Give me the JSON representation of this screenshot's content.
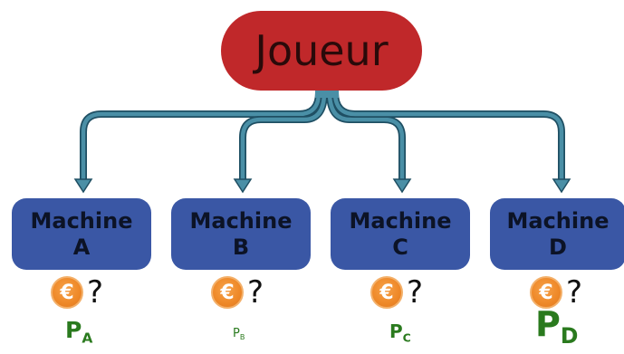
{
  "root": {
    "label": "Joueur"
  },
  "machines": [
    {
      "line1": "Machine",
      "line2": "A",
      "prob_main": "P",
      "prob_sub": "A",
      "prob_size": "large",
      "question": "?",
      "coin_symbol": "€"
    },
    {
      "line1": "Machine",
      "line2": "B",
      "prob_main": "P",
      "prob_sub": "B",
      "prob_size": "small",
      "question": "?",
      "coin_symbol": "€"
    },
    {
      "line1": "Machine",
      "line2": "C",
      "prob_main": "P",
      "prob_sub": "C",
      "prob_size": "medium",
      "question": "?",
      "coin_symbol": "€"
    },
    {
      "line1": "Machine",
      "line2": "D",
      "prob_main": "P",
      "prob_sub": "D",
      "prob_size": "xlarge",
      "question": "?",
      "coin_symbol": "€"
    }
  ],
  "colors": {
    "root_fill": "#c0282a",
    "machine_fill": "#3a57a5",
    "connector": "#4a8fa6",
    "connector_outline": "#1f4f63",
    "coin": "#ef8a2a",
    "probability_text": "#2a7a1e"
  }
}
